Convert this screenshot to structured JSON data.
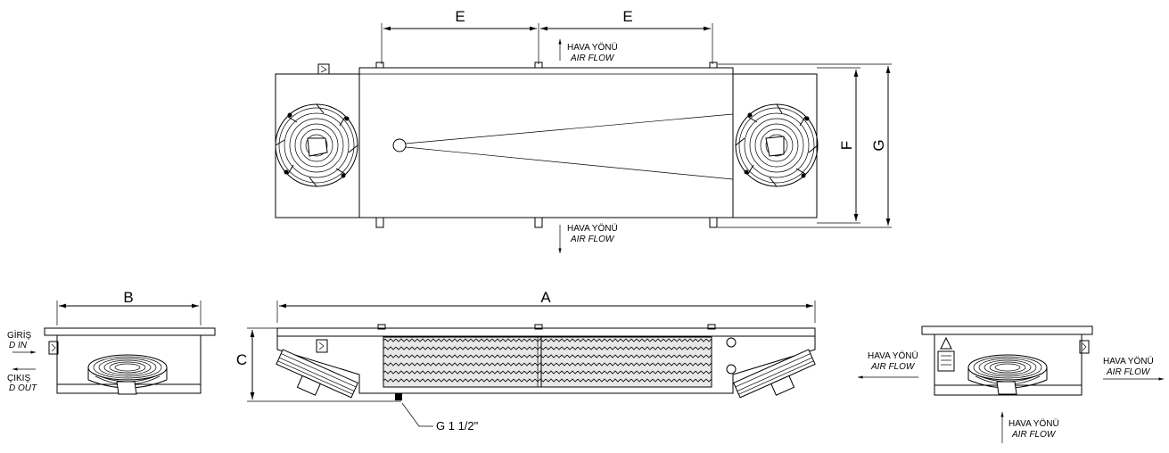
{
  "dimensions": {
    "a": "A",
    "b": "B",
    "c": "C",
    "e_left": "E",
    "e_right": "E",
    "f": "F",
    "g": "G"
  },
  "airflow": {
    "tr": "HAVA YÖNÜ",
    "en": "AIR FLOW"
  },
  "drain": {
    "label": "G 1 1/2\""
  },
  "connections": {
    "inlet_tr": "GİRİŞ",
    "inlet_en": "D IN",
    "outlet_tr": "ÇIKIŞ",
    "outlet_en": "D OUT"
  },
  "colors": {
    "line": "#000000",
    "coil_fill": "#e8e8e8"
  }
}
